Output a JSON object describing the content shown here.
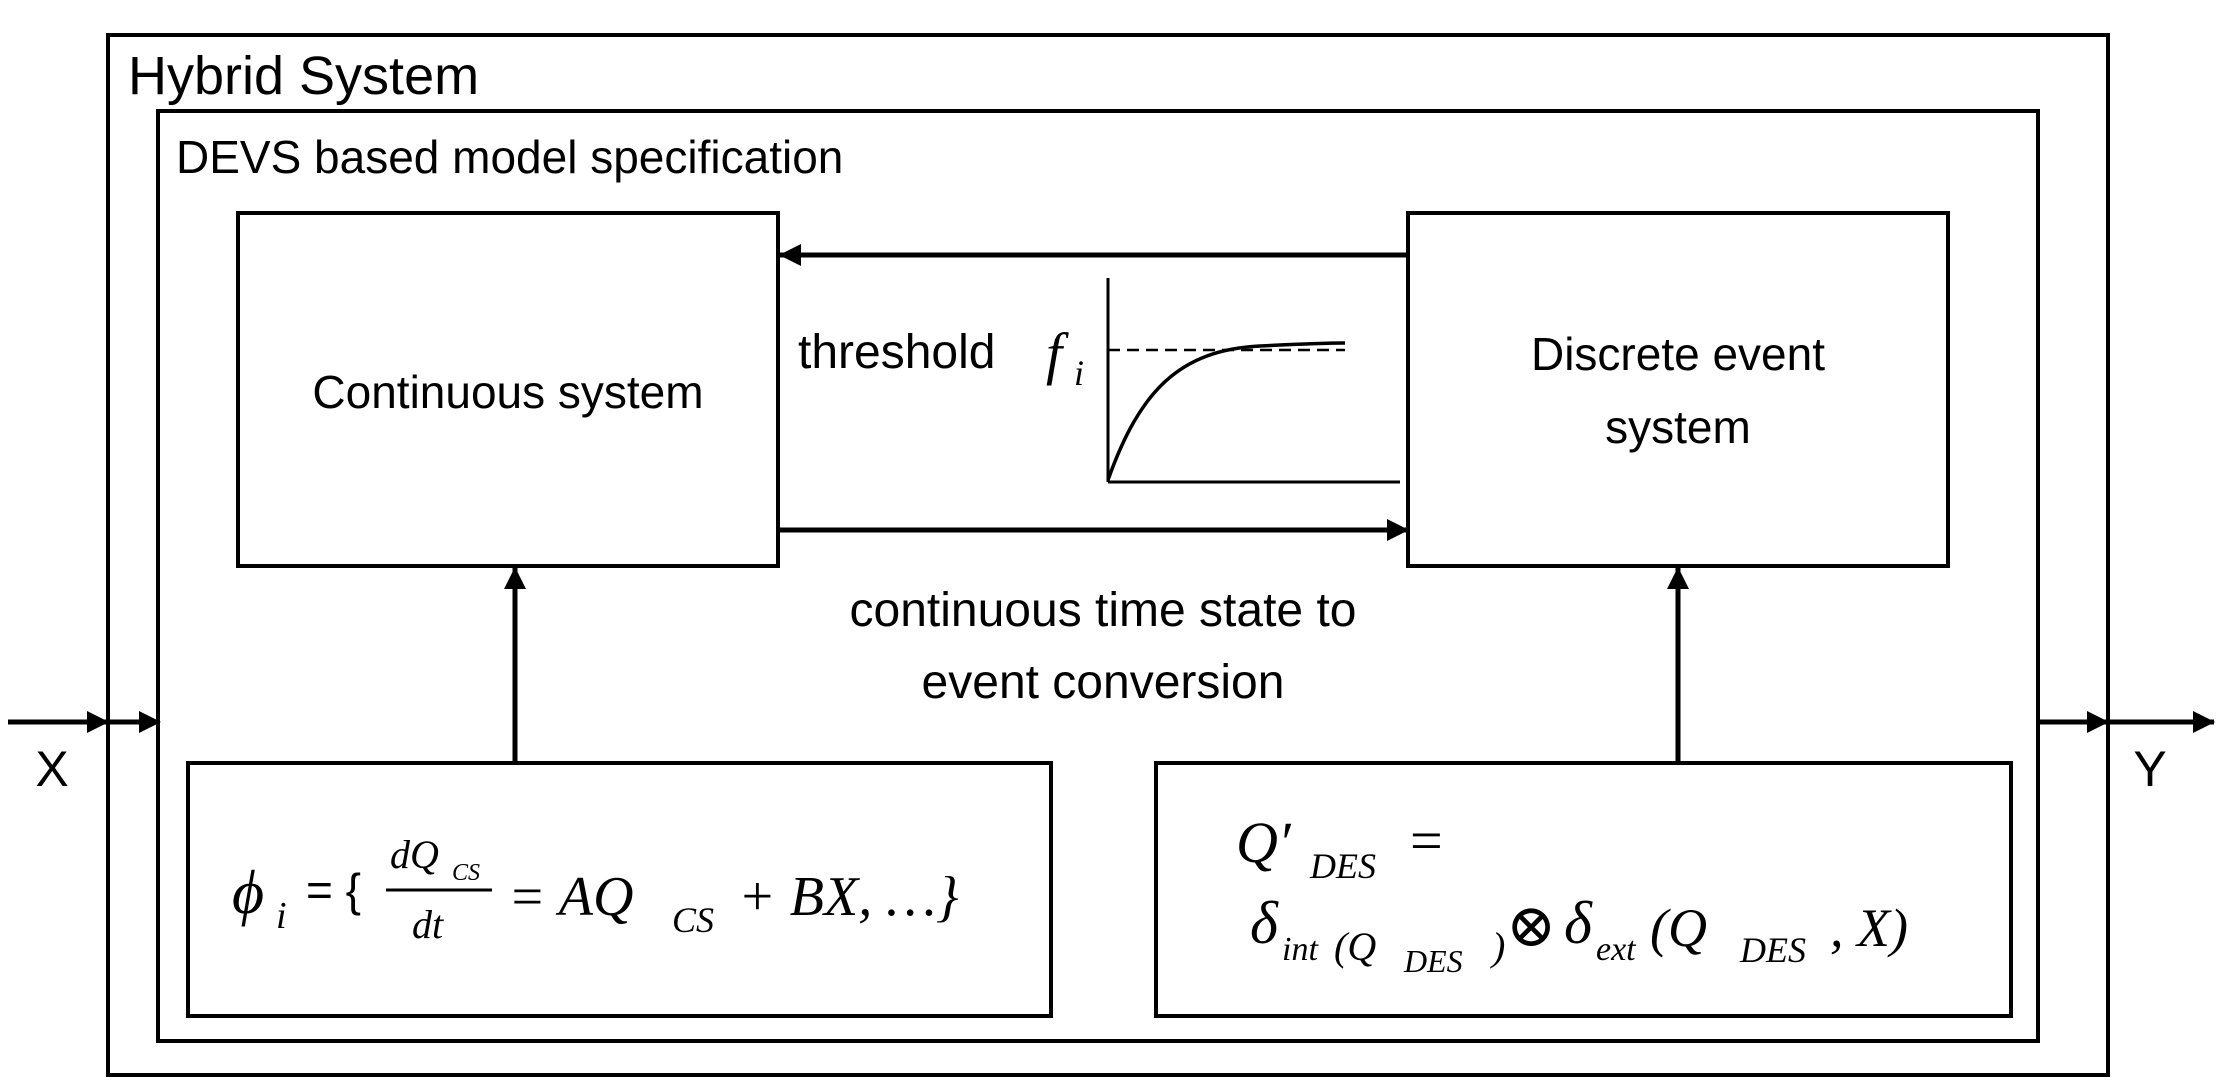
{
  "hybrid": {
    "title": "Hybrid System"
  },
  "devs": {
    "title": "DEVS based model specification"
  },
  "continuous": {
    "label": "Continuous system"
  },
  "discrete": {
    "line1": "Discrete event",
    "line2": "system"
  },
  "threshold": {
    "label": "threshold",
    "symbol": "f",
    "subscript": "i"
  },
  "conversion": {
    "line1": "continuous time state to",
    "line2": "event conversion"
  },
  "io": {
    "input": "X",
    "output": "Y"
  },
  "eq_left": {
    "phi": "ϕ",
    "phi_sub": "i",
    "eq_brace": "= {",
    "frac_num": "dQ",
    "frac_num_sub": "CS",
    "frac_den": "dt",
    "rhs1": "= AQ",
    "rhs1_sub": "CS",
    "rhs2": "+ BX, …}"
  },
  "eq_right": {
    "line1": "Q′",
    "line1_sub": "DES",
    "line1_eq": "=",
    "delta1": "δ",
    "delta1_sub": "int",
    "arg1_open": "(Q",
    "arg1_sub": "DES",
    "arg1_close": ")",
    "otimes": "⊗",
    "delta2": "δ",
    "delta2_sub": "ext",
    "arg2_open": "(Q",
    "arg2_sub": "DES",
    "arg2_close": ", X)"
  }
}
